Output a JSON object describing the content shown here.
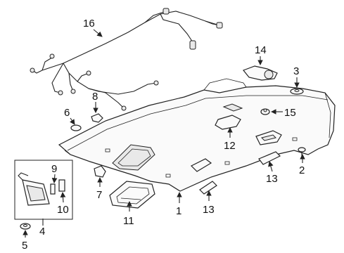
{
  "diagram": {
    "callouts": [
      {
        "id": "c1",
        "label": "1"
      },
      {
        "id": "c2",
        "label": "2"
      },
      {
        "id": "c3",
        "label": "3"
      },
      {
        "id": "c4",
        "label": "4"
      },
      {
        "id": "c5",
        "label": "5"
      },
      {
        "id": "c6",
        "label": "6"
      },
      {
        "id": "c7",
        "label": "7"
      },
      {
        "id": "c8",
        "label": "8"
      },
      {
        "id": "c9",
        "label": "9"
      },
      {
        "id": "c10",
        "label": "10"
      },
      {
        "id": "c11",
        "label": "11"
      },
      {
        "id": "c12",
        "label": "12"
      },
      {
        "id": "c13a",
        "label": "13"
      },
      {
        "id": "c13b",
        "label": "13"
      },
      {
        "id": "c14",
        "label": "14"
      },
      {
        "id": "c15",
        "label": "15"
      },
      {
        "id": "c16",
        "label": "16"
      }
    ]
  }
}
